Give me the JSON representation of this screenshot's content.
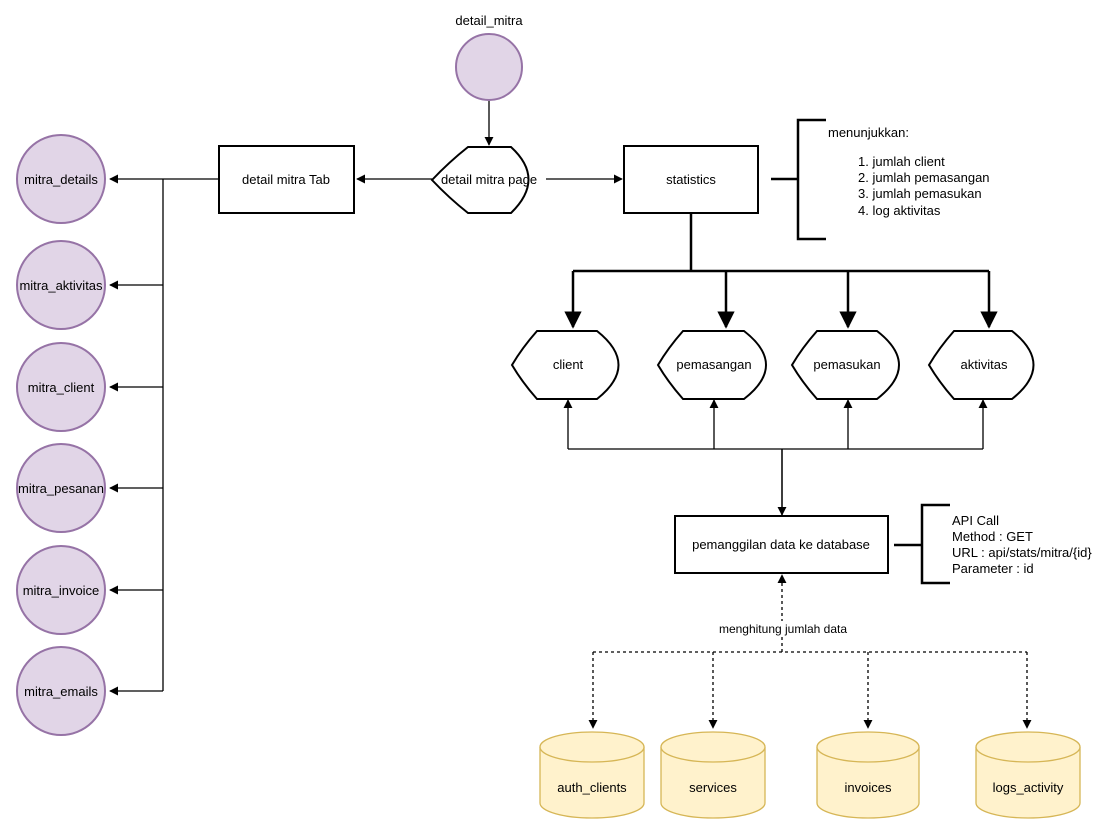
{
  "start_node": {
    "label": "detail_mitra"
  },
  "detail_page": {
    "label": "detail mitra page"
  },
  "tab_box": {
    "label": "detail mitra Tab"
  },
  "tab_items": [
    {
      "label": "mitra_details"
    },
    {
      "label": "mitra_aktivitas"
    },
    {
      "label": "mitra_client"
    },
    {
      "label": "mitra_pesanan"
    },
    {
      "label": "mitra_invoice"
    },
    {
      "label": "mitra_emails"
    }
  ],
  "statistics": {
    "label": "statistics",
    "note_title": "menunjukkan:",
    "note_items": [
      "1. jumlah client",
      "2. jumlah pemasangan",
      "3. jumlah pemasukan",
      "4. log aktivitas"
    ]
  },
  "stat_displays": [
    {
      "label": "client"
    },
    {
      "label": "pemasangan"
    },
    {
      "label": "pemasukan"
    },
    {
      "label": "aktivitas"
    }
  ],
  "db_call": {
    "label": "pemanggilan data ke database",
    "note_lines": [
      "API Call",
      "Method : GET",
      "URL : api/stats/mitra/{id}",
      "Parameter : id"
    ],
    "edge_label": "menghitung jumlah data"
  },
  "databases": [
    {
      "label": "auth_clients"
    },
    {
      "label": "services"
    },
    {
      "label": "invoices"
    },
    {
      "label": "logs_activity"
    }
  ]
}
